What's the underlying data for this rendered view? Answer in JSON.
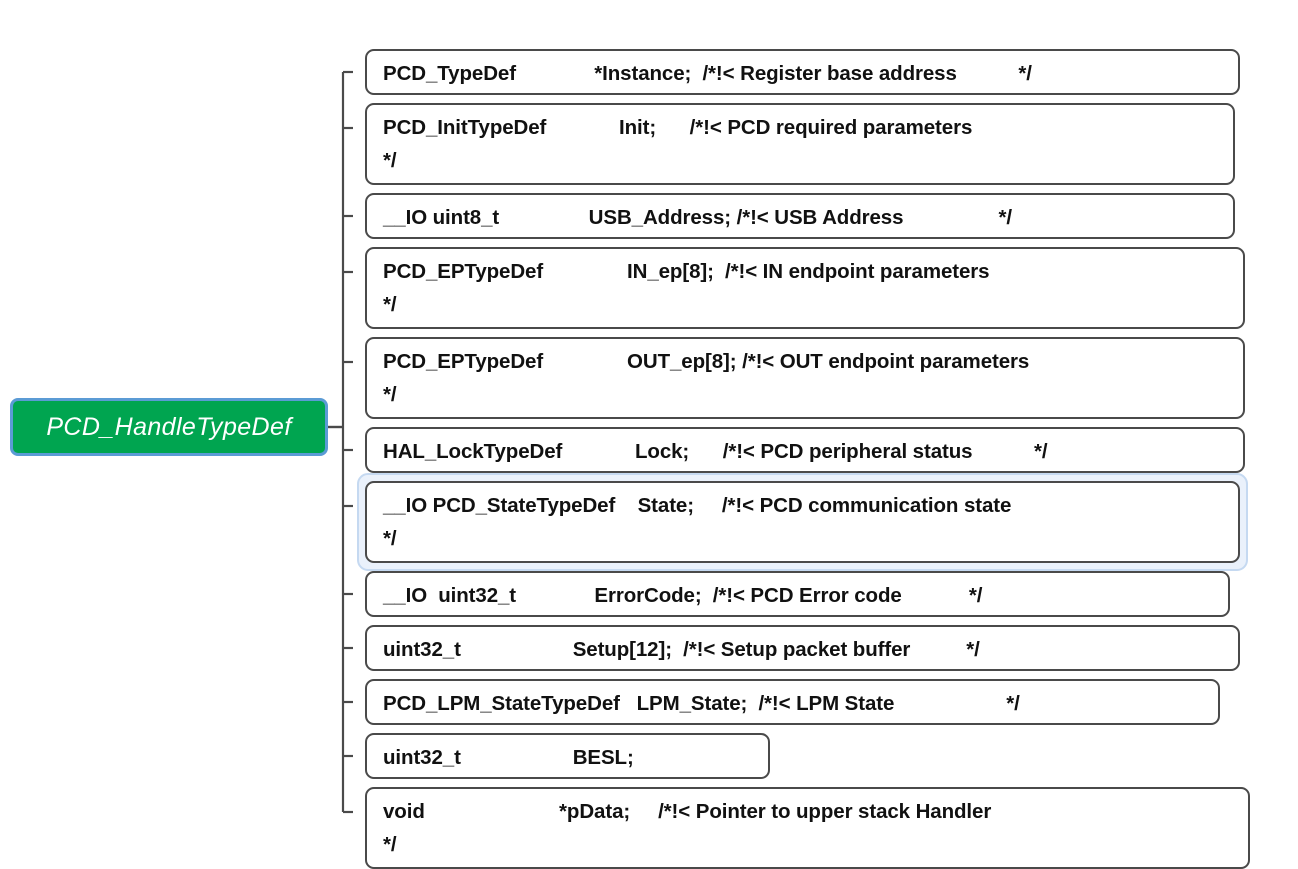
{
  "diagram": {
    "type": "mindmap-struct",
    "root": {
      "label": "PCD_HandleTypeDef",
      "fill_color": "#00A550",
      "border_color": "#5B9BD5",
      "text_color": "#FFFFFF"
    },
    "branch_color": "#4a4a4a",
    "selection_color": "#c5d9f1",
    "members": [
      {
        "id": "instance",
        "type": "PCD_TypeDef",
        "name": "*Instance;",
        "comment": "/*!< Register base address",
        "comment_end": "*/",
        "text": "PCD_TypeDef              *Instance;  /*!< Register base address           */",
        "selected": false,
        "lines": 1
      },
      {
        "id": "init",
        "type": "PCD_InitTypeDef",
        "name": "Init;",
        "comment": "/*!< PCD required parameters",
        "comment_end": "*/",
        "text": "PCD_InitTypeDef             Init;      /*!< PCD required parameters\n*/",
        "selected": false,
        "lines": 2
      },
      {
        "id": "usb-address",
        "type": "__IO uint8_t",
        "name": "USB_Address;",
        "comment": "/*!< USB Address",
        "comment_end": "*/",
        "text": "__IO uint8_t                USB_Address; /*!< USB Address                 */",
        "selected": false,
        "lines": 1
      },
      {
        "id": "in-ep",
        "type": "PCD_EPTypeDef",
        "name": "IN_ep[8];",
        "comment": "/*!< IN endpoint parameters",
        "comment_end": "*/",
        "text": "PCD_EPTypeDef               IN_ep[8];  /*!< IN endpoint parameters\n*/",
        "selected": false,
        "lines": 2
      },
      {
        "id": "out-ep",
        "type": "PCD_EPTypeDef",
        "name": "OUT_ep[8];",
        "comment": "/*!< OUT endpoint parameters",
        "comment_end": "*/",
        "text": "PCD_EPTypeDef               OUT_ep[8]; /*!< OUT endpoint parameters\n*/",
        "selected": false,
        "lines": 2
      },
      {
        "id": "lock",
        "type": "HAL_LockTypeDef",
        "name": "Lock;",
        "comment": "/*!< PCD peripheral status",
        "comment_end": "*/",
        "text": "HAL_LockTypeDef             Lock;      /*!< PCD peripheral status           */",
        "selected": false,
        "lines": 1
      },
      {
        "id": "state",
        "type": "__IO PCD_StateTypeDef",
        "name": "State;",
        "comment": "/*!< PCD communication state",
        "comment_end": "*/",
        "text": "__IO PCD_StateTypeDef    State;     /*!< PCD communication state\n*/",
        "selected": true,
        "lines": 2
      },
      {
        "id": "error-code",
        "type": "__IO  uint32_t",
        "name": "ErrorCode;",
        "comment": "/*!< PCD Error code",
        "comment_end": "*/",
        "text": "__IO  uint32_t              ErrorCode;  /*!< PCD Error code            */",
        "selected": false,
        "lines": 1
      },
      {
        "id": "setup",
        "type": "uint32_t",
        "name": "Setup[12];",
        "comment": "/*!< Setup packet buffer",
        "comment_end": "*/",
        "text": "uint32_t                    Setup[12];  /*!< Setup packet buffer          */",
        "selected": false,
        "lines": 1
      },
      {
        "id": "lpm-state",
        "type": "PCD_LPM_StateTypeDef",
        "name": "LPM_State;",
        "comment": "/*!< LPM State",
        "comment_end": "*/",
        "text": "PCD_LPM_StateTypeDef   LPM_State;  /*!< LPM State                    */",
        "selected": false,
        "lines": 1
      },
      {
        "id": "besl",
        "type": "uint32_t",
        "name": "BESL;",
        "comment": "",
        "comment_end": "",
        "text": "uint32_t                    BESL;",
        "selected": false,
        "lines": 1
      },
      {
        "id": "pdata",
        "type": "void",
        "name": "*pData;",
        "comment": "/*!< Pointer to upper stack Handler",
        "comment_end": "*/",
        "text": "void                        *pData;     /*!< Pointer to upper stack Handler\n*/",
        "selected": false,
        "lines": 2
      }
    ]
  }
}
